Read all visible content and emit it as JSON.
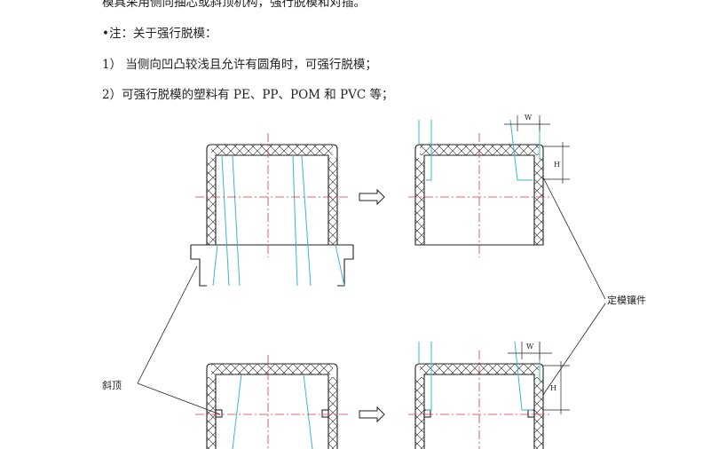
{
  "text": {
    "line0": "模具采用侧向抽芯或斜顶机构，强行脱模和对插。",
    "line1": "•注：关于强行脱模：",
    "line2": "1） 当侧向凹凸较浅且允许有圆角时，可强行脱模；",
    "line3": "2）可强行脱模的塑料有 PE、PP、POM 和 PVC 等；"
  },
  "labels": {
    "insert": "定模镶件",
    "lifter": "斜顶",
    "dim_w": "W",
    "dim_h": "H"
  },
  "colors": {
    "outline": "#222222",
    "centerline": "#d9363e",
    "core": "#39b5cf"
  }
}
